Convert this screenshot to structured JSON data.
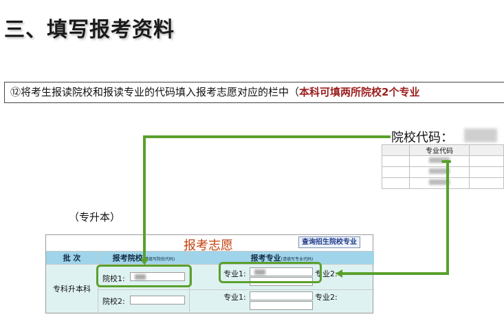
{
  "page_title": "三、填写报考资料",
  "instruction": {
    "text": "⑫将考生报读院校和报读专业的代码填入报考志愿对应的栏中（",
    "highlight": "本科可填两所院校2个专业"
  },
  "side_label": "（专升本）",
  "sheet": {
    "title": "院校代码：",
    "header": "专业代码"
  },
  "form": {
    "title": "报考志愿",
    "query_button": "查询招生院校专业",
    "col_batch": "批 次",
    "col_school": "报考院校",
    "col_school_note": "(请填写院校代码)",
    "col_major": "报考专业",
    "col_major_note": "(请填写专业代码)",
    "batch_value": "专科升本科",
    "school1_label": "院校1:",
    "school2_label": "院校2:",
    "major1_label": "专业1:",
    "major2_label": "专业2:",
    "major1b_label": "专业1:",
    "major2b_label": "专业2:"
  },
  "colors": {
    "highlight_green": "#5aa02c",
    "header_blue": "#9fd4ea",
    "form_bg": "#dff2f2",
    "title_orange": "#c2410c",
    "instruction_highlight": "#9b1c1c"
  }
}
